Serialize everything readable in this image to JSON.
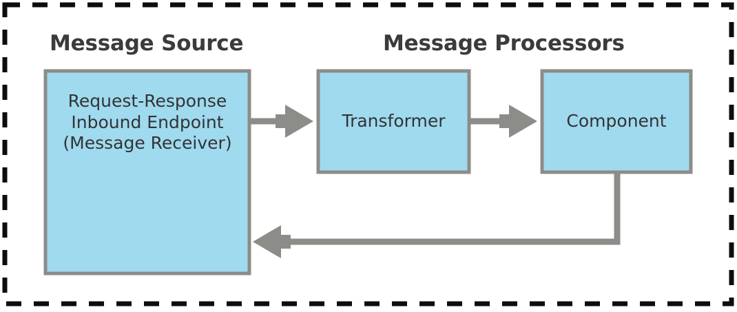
{
  "diagram": {
    "title_group_source": "Message Source",
    "title_group_processors": "Message Processors",
    "boundary": {
      "style": "dashed",
      "color": "#0d0d0d"
    },
    "colors": {
      "node_fill": "#9fdaef",
      "node_stroke": "#8c8c88",
      "connector": "#8c8c88",
      "text": "#333333",
      "title_text": "#3b3b3b",
      "background": "#ffffff"
    },
    "nodes": [
      {
        "id": "inbound-endpoint",
        "lines": [
          "Request-Response",
          "Inbound Endpoint",
          "(Message Receiver)"
        ],
        "group": "Message Source"
      },
      {
        "id": "transformer",
        "lines": [
          "Transformer"
        ],
        "group": "Message Processors"
      },
      {
        "id": "component",
        "lines": [
          "Component"
        ],
        "group": "Message Processors"
      }
    ],
    "connectors": [
      {
        "id": "endpoint-to-transformer",
        "from": "inbound-endpoint",
        "to": "transformer",
        "direction": "forward"
      },
      {
        "id": "transformer-to-component",
        "from": "transformer",
        "to": "component",
        "direction": "forward"
      },
      {
        "id": "component-to-endpoint",
        "from": "component",
        "to": "inbound-endpoint",
        "direction": "response"
      }
    ]
  }
}
